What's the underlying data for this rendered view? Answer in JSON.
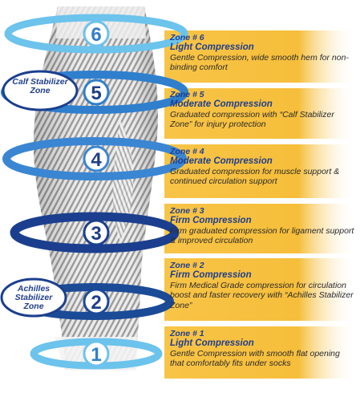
{
  "zones": [
    {
      "number": "6",
      "title": "Zone # 6",
      "level": "Light Compression",
      "description": "Gentle Compression, wide smooth hem for non-binding comfort"
    },
    {
      "number": "5",
      "title": "Zone # 5",
      "level": "Moderate Compression",
      "description": "Graduated compression with “Calf Stabilizer Zone” for injury protection"
    },
    {
      "number": "4",
      "title": "Zone # 4",
      "level": "Moderate Compression",
      "description": "Graduated compression for muscle support & continued circulation support"
    },
    {
      "number": "3",
      "title": "Zone # 3",
      "level": "Firm Compression",
      "description": "Firm graduated compression for ligament support & improved circulation"
    },
    {
      "number": "2",
      "title": "Zone # 2",
      "level": "Firm Compression",
      "description": "Firm Medical Grade compression for circulation boost and faster recovery with “Achilles Stabilizer Zone”"
    },
    {
      "number": "1",
      "title": "Zone # 1",
      "level": "Light Compression",
      "description": "Gentle Compression with smooth flat opening that comfortably fits under socks"
    }
  ],
  "side_labels": {
    "calf": "Calf Stabilizer Zone",
    "achilles": "Achilles Stabilizer Zone"
  },
  "colors": {
    "panel": "#f6be3a",
    "ring_light": "#6cc3ec",
    "ring_mid": "#2f7fcd",
    "ring_dark": "#1b3f8e",
    "title": "#1f3e8c"
  }
}
